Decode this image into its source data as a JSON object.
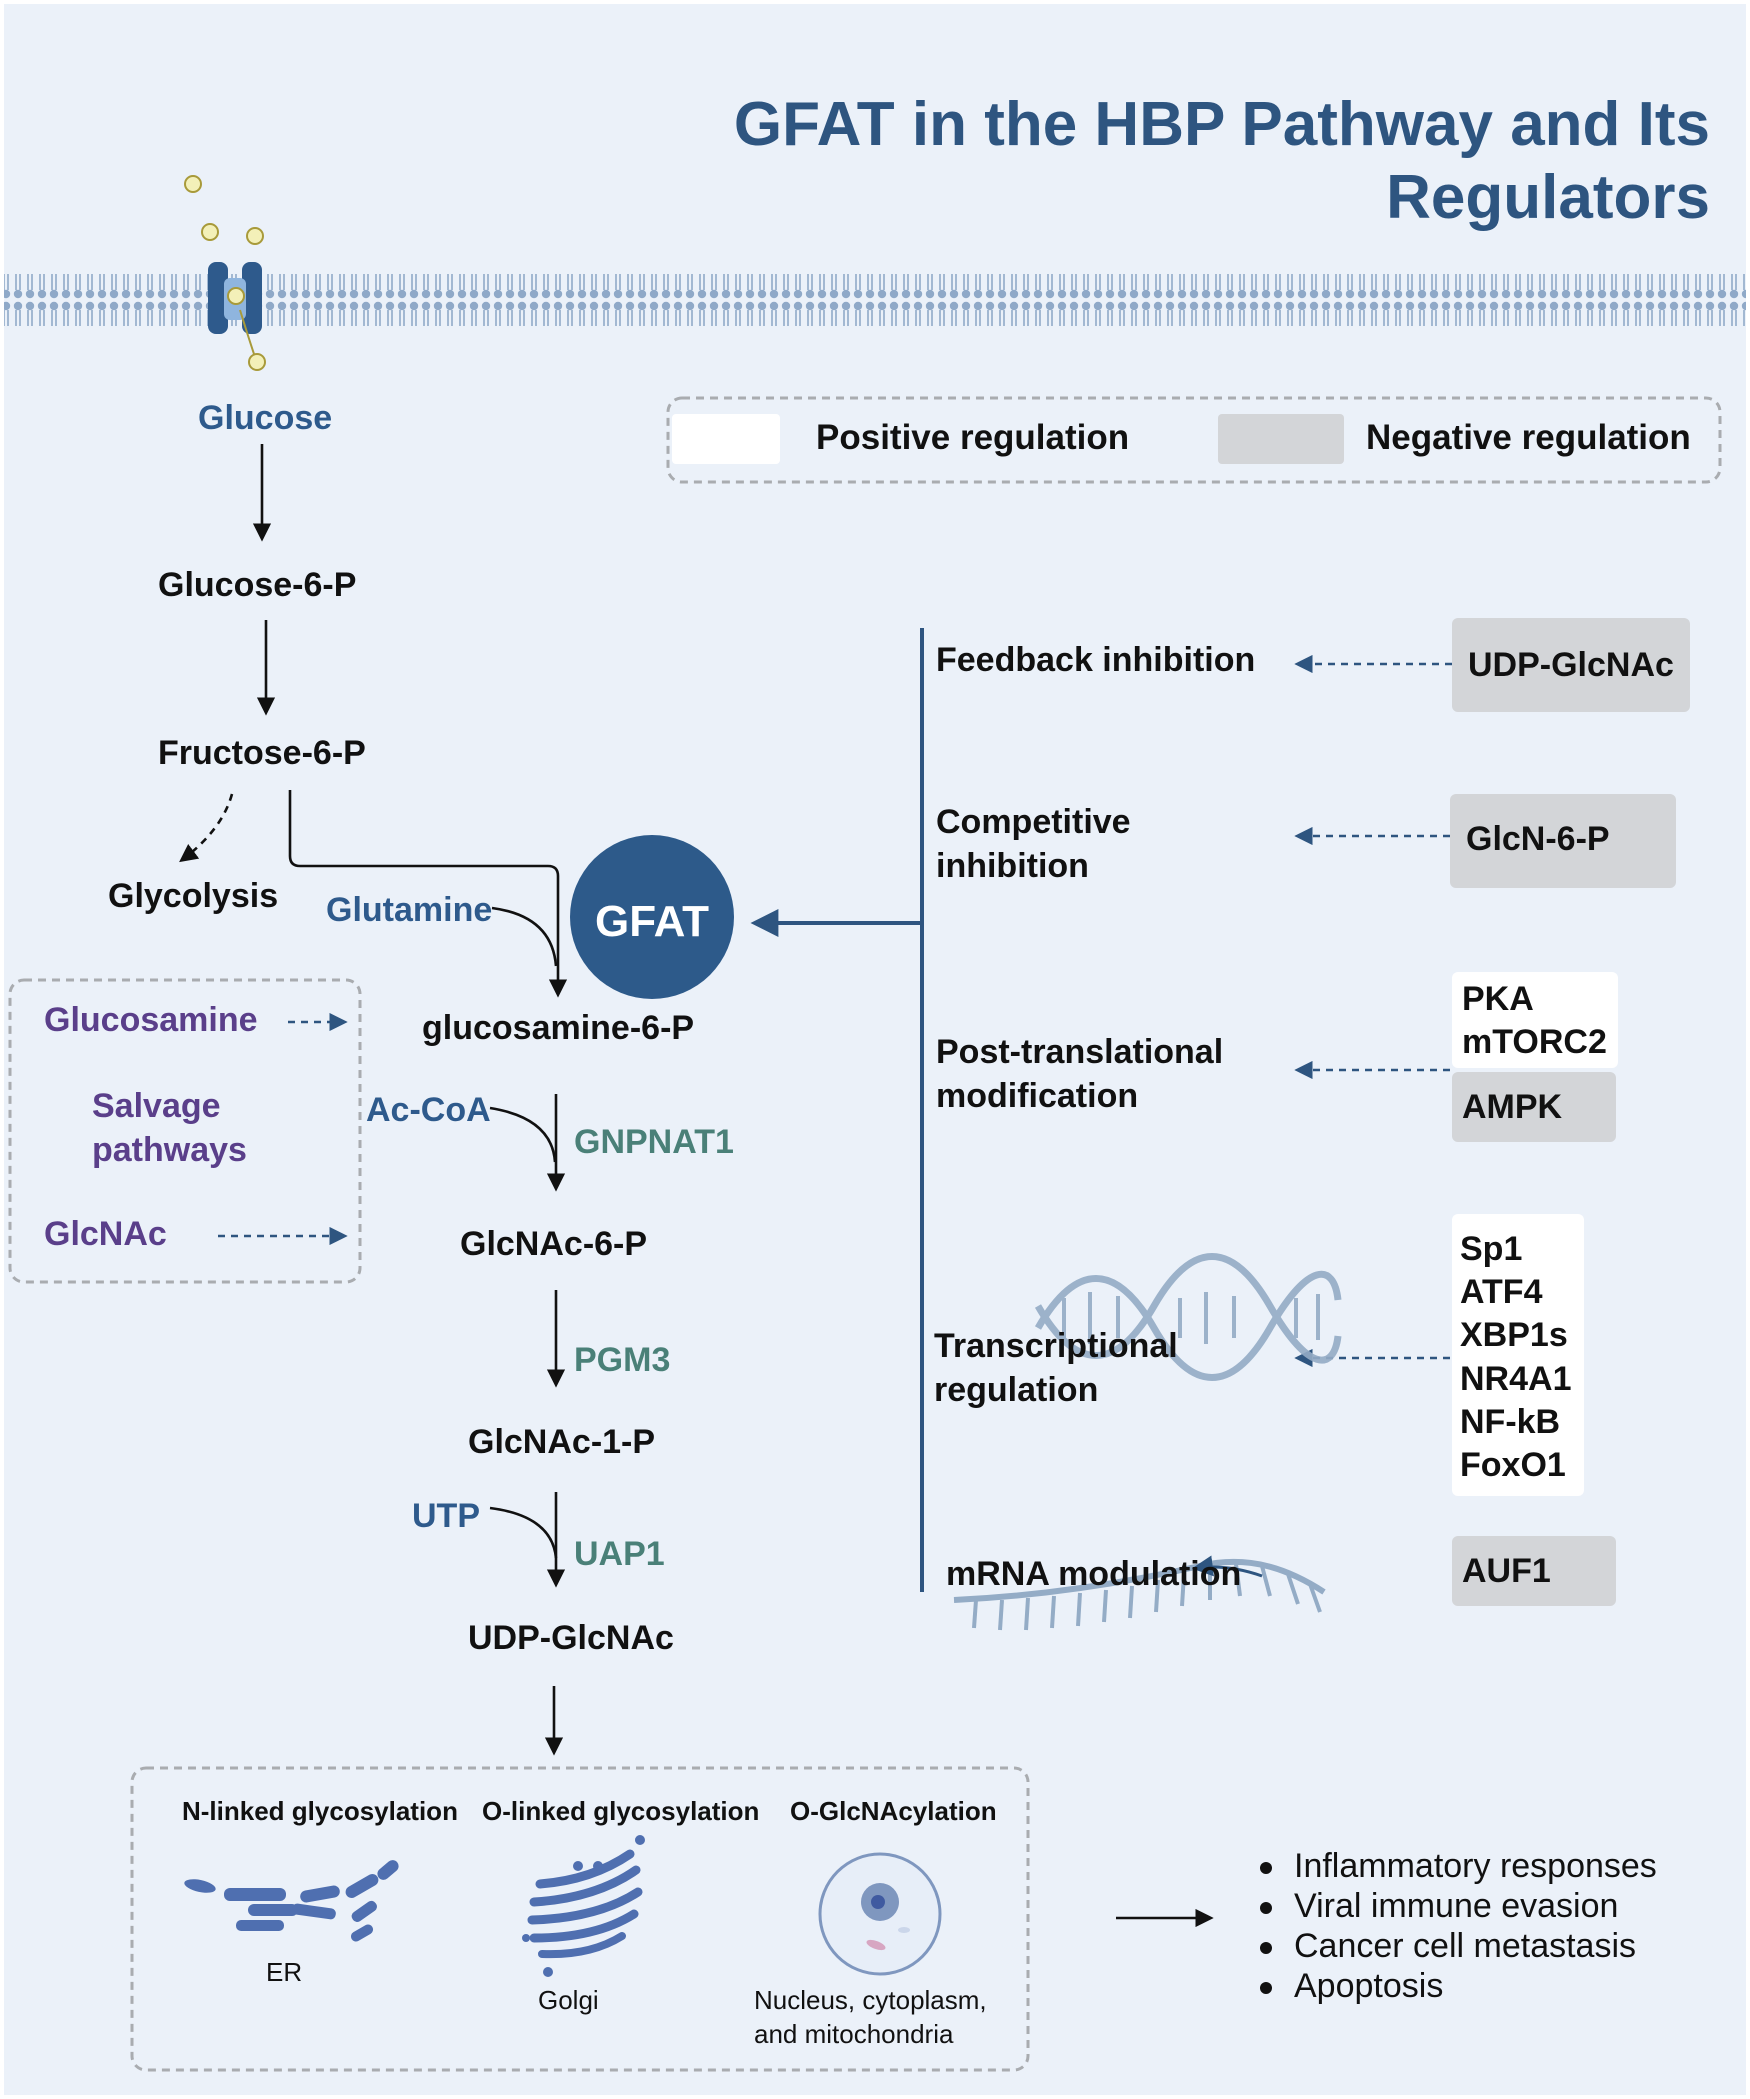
{
  "title": "GFAT in the HBP Pathway and Its Regulators",
  "legend": {
    "positive_label": "Positive regulation",
    "negative_label": "Negative regulation",
    "positive_color": "#ffffff",
    "negative_color": "#d3d5d8"
  },
  "pathway": {
    "glucose": "Glucose",
    "glucose6p": "Glucose-6-P",
    "fructose6p": "Fructose-6-P",
    "glycolysis": "Glycolysis",
    "glutamine": "Glutamine",
    "gfat": "GFAT",
    "glucosamine6p": "glucosamine-6-P",
    "accoa": "Ac-CoA",
    "gnpnat1": "GNPNAT1",
    "glcnac6p": "GlcNAc-6-P",
    "pgm3": "PGM3",
    "glcnac1p": "GlcNAc-1-P",
    "utp": "UTP",
    "uap1": "UAP1",
    "udpglcnac": "UDP-GlcNAc"
  },
  "salvage": {
    "glucosamine": "Glucosamine",
    "salvage_line1": "Salvage",
    "salvage_line2": "pathways",
    "glcnac": "GlcNAc"
  },
  "regulation": [
    {
      "mechanism": "Feedback inhibition",
      "regulators_negative": [
        "UDP-GlcNAc"
      ]
    },
    {
      "mechanism": "Competitive inhibition",
      "regulators_negative": [
        "GlcN-6-P"
      ]
    },
    {
      "mechanism": "Post-translational modification",
      "regulators_positive": [
        "PKA",
        "mTORC2"
      ],
      "regulators_negative": [
        "AMPK"
      ]
    },
    {
      "mechanism": "Transcriptional regulation",
      "regulators_positive": [
        "Sp1",
        "ATF4",
        "XBP1s",
        "NR4A1",
        "NF-kB",
        "FoxO1"
      ]
    },
    {
      "mechanism": "mRNA modulation",
      "regulators_negative": [
        "AUF1"
      ]
    }
  ],
  "mech_labels": {
    "competitive_1": "Competitive",
    "competitive_2": "inhibition",
    "ptm_1": "Post-translational",
    "ptm_2": "modification",
    "tr_1": "Transcriptional",
    "tr_2": "regulation"
  },
  "glycosylation": {
    "n_linked": "N-linked glycosylation",
    "o_linked": "O-linked glycosylation",
    "o_glcnac": "O-GlcNAcylation",
    "er": "ER",
    "golgi": "Golgi",
    "nucleus_1": "Nucleus, cytoplasm,",
    "nucleus_2": "and mitochondria"
  },
  "outcomes": [
    "Inflammatory responses",
    "Viral immune evasion",
    "Cancer cell metastasis",
    "Apoptosis"
  ],
  "colors": {
    "dark_blue": "#2e5580",
    "blue_text": "#2e5a8c",
    "green_text": "#4a8078",
    "purple_text": "#5a3f8a",
    "gfat_fill": "#2d5a8a",
    "membrane": "#8fa9c8",
    "background": "#ebf1f9"
  }
}
